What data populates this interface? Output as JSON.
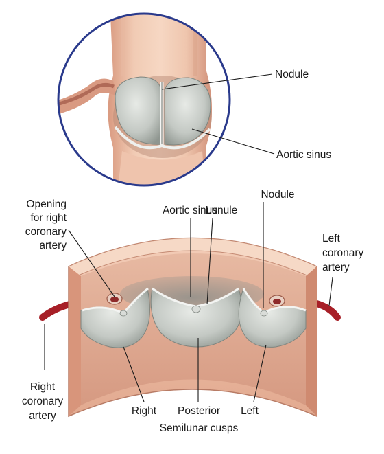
{
  "labels": {
    "top_nodule": "Nodule",
    "top_aortic_sinus": "Aortic sinus",
    "opening_line1": "Opening",
    "opening_line2": "for right",
    "opening_line3": "coronary",
    "opening_line4": "artery",
    "mid_aortic_sinus": "Aortic sinus",
    "lunule": "Lunule",
    "bottom_nodule": "Nodule",
    "left_cor_line1": "Left",
    "left_cor_line2": "coronary",
    "left_cor_line3": "artery",
    "right_cor_line1": "Right",
    "right_cor_line2": "coronary",
    "right_cor_line3": "artery",
    "cusp_right": "Right",
    "cusp_posterior": "Posterior",
    "cusp_left": "Left",
    "semilunar_cusps": "Semilunar cusps"
  },
  "colors": {
    "circle_border": "#2a3a8c",
    "vessel_wall": "#e6b59a",
    "vessel_dark": "#c98d74",
    "cusp_fill": "#c9cdc8",
    "artery_red": "#b5232b"
  }
}
